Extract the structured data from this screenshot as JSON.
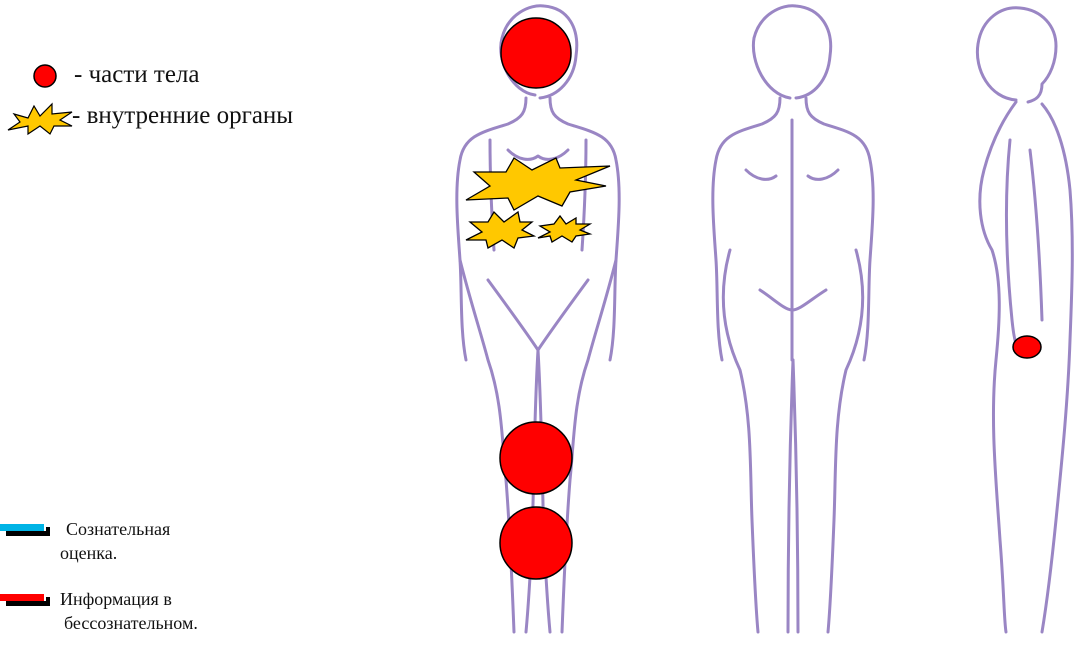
{
  "legend": {
    "body_parts_label": "- части тела",
    "internal_organs_label": "- внутренние органы"
  },
  "assessment_legend": {
    "conscious_line1": "Сознательная",
    "conscious_line2": "оценка.",
    "unconscious_line1": "Информация в",
    "unconscious_line2": "бессознательном."
  },
  "colors": {
    "marker_red": "#ff0000",
    "organ_yellow": "#ffc800",
    "conscious_blue": "#00b4e6",
    "unconscious_red": "#ff0000",
    "outline_purple": "#9a86c4"
  },
  "figures": {
    "views": [
      "front",
      "back",
      "side"
    ],
    "body_part_markers": [
      {
        "view": "front",
        "location": "head"
      },
      {
        "view": "front",
        "location": "knee"
      },
      {
        "view": "front",
        "location": "shin"
      },
      {
        "view": "side",
        "location": "hand"
      }
    ],
    "internal_organ_markers": [
      {
        "view": "front",
        "location": "chest"
      },
      {
        "view": "front",
        "location": "upper-abdomen-left"
      },
      {
        "view": "front",
        "location": "upper-abdomen-right"
      }
    ]
  }
}
